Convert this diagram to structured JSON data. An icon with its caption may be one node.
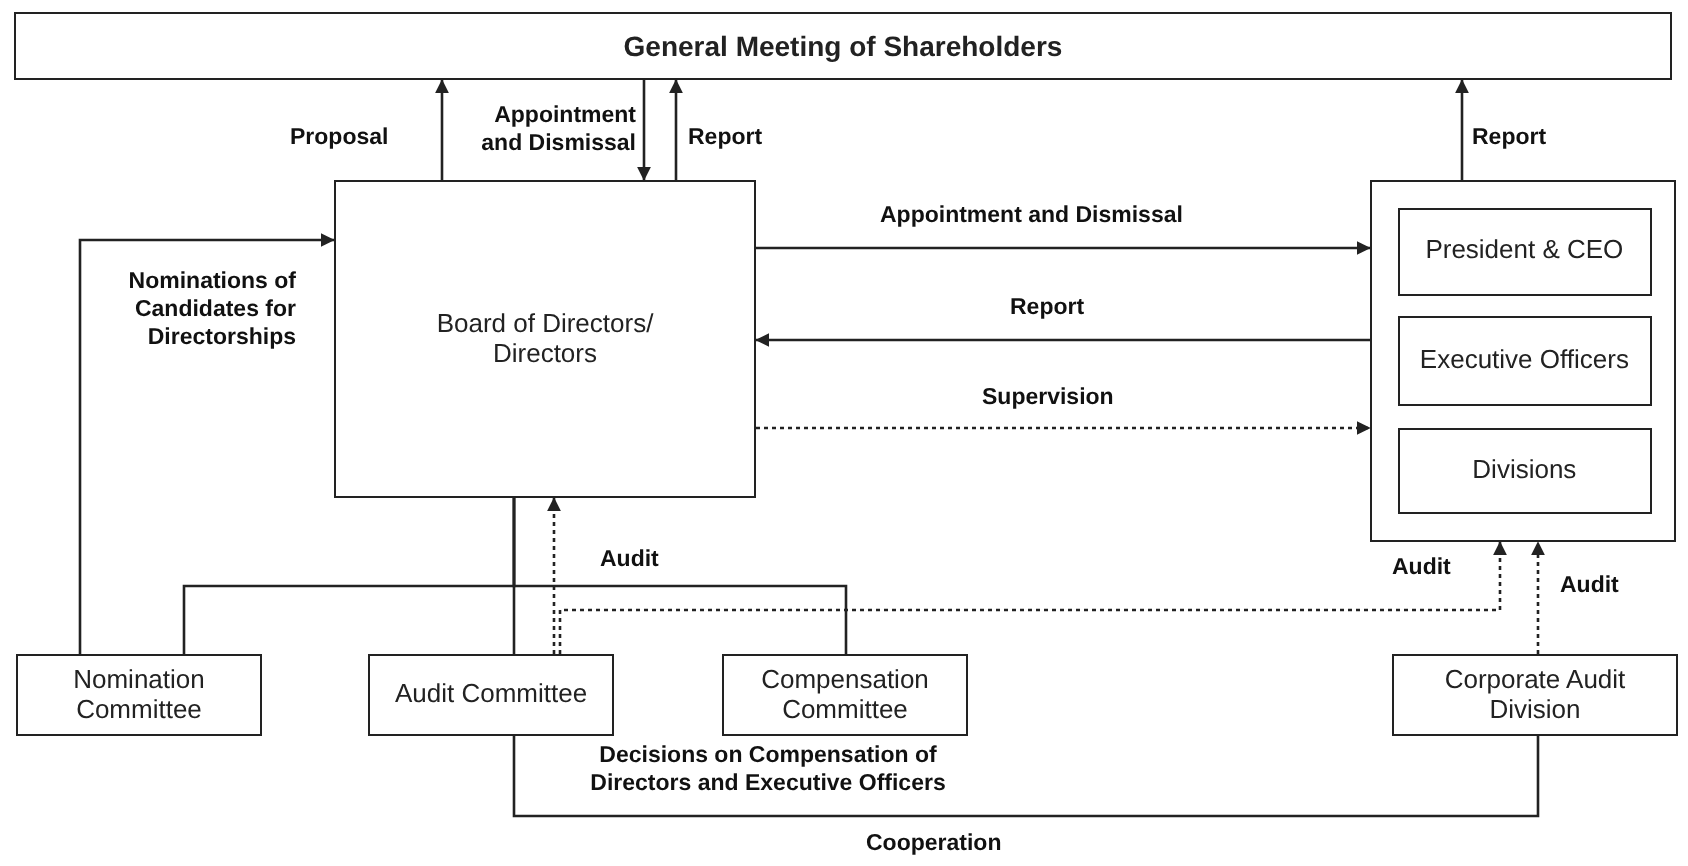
{
  "diagram": {
    "nodes": [
      {
        "text": [
          "General Meeting of Shareholders"
        ]
      },
      {
        "text": [
          "Board of Directors/ Directors"
        ]
      },
      {
        "text": [],
        "shape": "box"
      },
      {
        "text": [
          "President & CEO"
        ],
        "in": 2
      },
      {
        "text": [
          "Executive Officers"
        ],
        "in": 2
      },
      {
        "text": [
          "Divisions"
        ],
        "in": 2
      },
      {
        "text": [
          "Nomination Committee"
        ]
      },
      {
        "text": [
          "Audit Committee"
        ]
      },
      {
        "text": [
          "Compensation Committee"
        ],
        "beside": [
          "Decisions on Compensation of Directors and Executive Officers"
        ]
      },
      {
        "text": [
          "Corporate Audit Division"
        ]
      }
    ],
    "edges": [
      {
        "from": 1,
        "to": 0,
        "arrow": "to",
        "label": "Proposal"
      },
      {
        "from": 0,
        "to": 1,
        "arrow": "to",
        "label": "Appointment and Dismissal"
      },
      {
        "from": 1,
        "to": 0,
        "arrow": "to",
        "label": "Report"
      },
      {
        "from": 2,
        "to": 0,
        "arrow": "to",
        "label": "Report"
      },
      {
        "from": 1,
        "to": 2,
        "arrow": "to",
        "label": "Appointment and Dismissal"
      },
      {
        "from": 2,
        "to": 1,
        "arrow": "to",
        "label": "Report"
      },
      {
        "from": 1,
        "to": 2,
        "arrow": "to",
        "label": "Supervision",
        "style": "dashed"
      },
      {
        "from": 6,
        "to": 1,
        "arrow": "to",
        "label": "Nominations of Candidates for Directorships"
      },
      {
        "from": 1,
        "to": 6,
        "arrow": "none"
      },
      {
        "from": 1,
        "to": 7,
        "arrow": "none"
      },
      {
        "from": 1,
        "to": 8,
        "arrow": "none"
      },
      {
        "from": 7,
        "to": 1,
        "arrow": "to",
        "label": "Audit",
        "style": "dashed"
      },
      {
        "from": 7,
        "to": 2,
        "arrow": "to",
        "label": "Audit",
        "style": "dashed"
      },
      {
        "from": 9,
        "to": 2,
        "arrow": "to",
        "label": "Audit",
        "style": "dashed"
      },
      {
        "from": 7,
        "to": 9,
        "arrow": "none",
        "label": "Cooperation"
      }
    ]
  }
}
